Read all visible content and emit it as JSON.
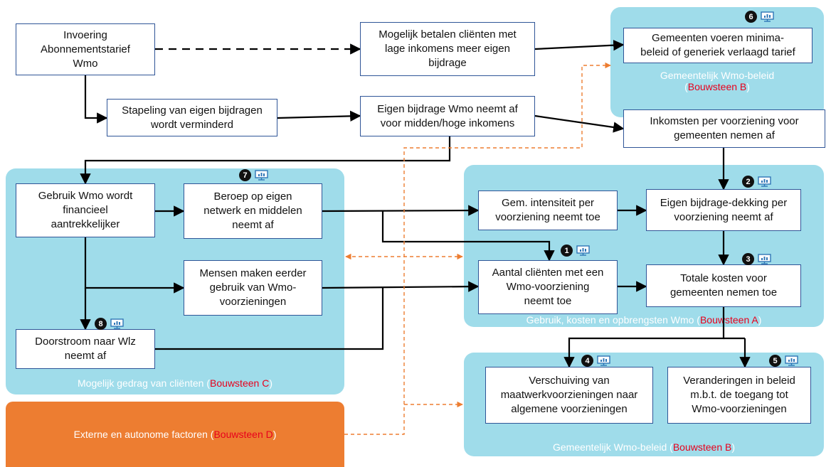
{
  "regions": {
    "gemeentelijk_top": {
      "label": "Gemeentelijk Wmo-beleid",
      "tag": "Bouwsteen B"
    },
    "gebruik": {
      "label": "Gebruik, kosten en opbrengsten Wmo",
      "tag": "Bouwsteen A"
    },
    "gedrag": {
      "label": "Mogelijk gedrag van cliënten",
      "tag": "Bouwsteen C"
    },
    "gemeentelijk_bottom": {
      "label": "Gemeentelijk Wmo-beleid",
      "tag": "Bouwsteen B"
    },
    "extern": {
      "label": "Externe en autonome factoren",
      "tag": "Bouwsteen D"
    }
  },
  "boxes": {
    "invoering": "Invoering\nAbonnementstarief\nWmo",
    "mogelijk_betalen": "Mogelijk betalen cliënten met\nlage inkomens meer eigen\nbijdrage",
    "minimabeleid": "Gemeenten voeren minima-\nbeleid of generiek verlaagd tarief",
    "stapeling": "Stapeling van eigen bijdragen\nwordt verminderd",
    "eigen_bijdrage_af": "Eigen bijdrage Wmo neemt af\nvoor midden/hoge inkomens",
    "inkomsten": "Inkomsten per voorziening voor\ngemeenten nemen af",
    "gebruik_aantrekkelijker": "Gebruik Wmo wordt\nfinancieel\naantrekkelijker",
    "beroep_netwerk": "Beroep op eigen\nnetwerk en middelen\nneemt af",
    "gem_intensiteit": "Gem. intensiteit per\nvoorziening neemt toe",
    "dekking": "Eigen bijdrage-dekking per\nvoorziening neemt af",
    "mensen_eerder": "Mensen maken eerder\ngebruik van Wmo-\nvoorzieningen",
    "aantal_clienten": "Aantal cliënten met een\nWmo-voorziening\nneemt toe",
    "totale_kosten": "Totale kosten voor\ngemeenten nemen toe",
    "doorstroom": "Doorstroom naar Wlz\nneemt af",
    "verschuiving": "Verschuiving van\nmaatwerkvoorzieningen naar\nalgemene voorzieningen",
    "veranderingen": "Veranderingen in beleid\nm.b.t. de toegang tot\nWmo-voorzieningen"
  },
  "markers": {
    "m1": "1",
    "m2": "2",
    "m3": "3",
    "m4": "4",
    "m5": "5",
    "m6": "6",
    "m7": "7",
    "m8": "8"
  },
  "colors": {
    "region": "#9fdcea",
    "external": "#ed7d31",
    "box_border": "#2f5597",
    "highlight": "#e8001c"
  },
  "icons": {
    "marker_icon": "monitor-chart-icon"
  }
}
